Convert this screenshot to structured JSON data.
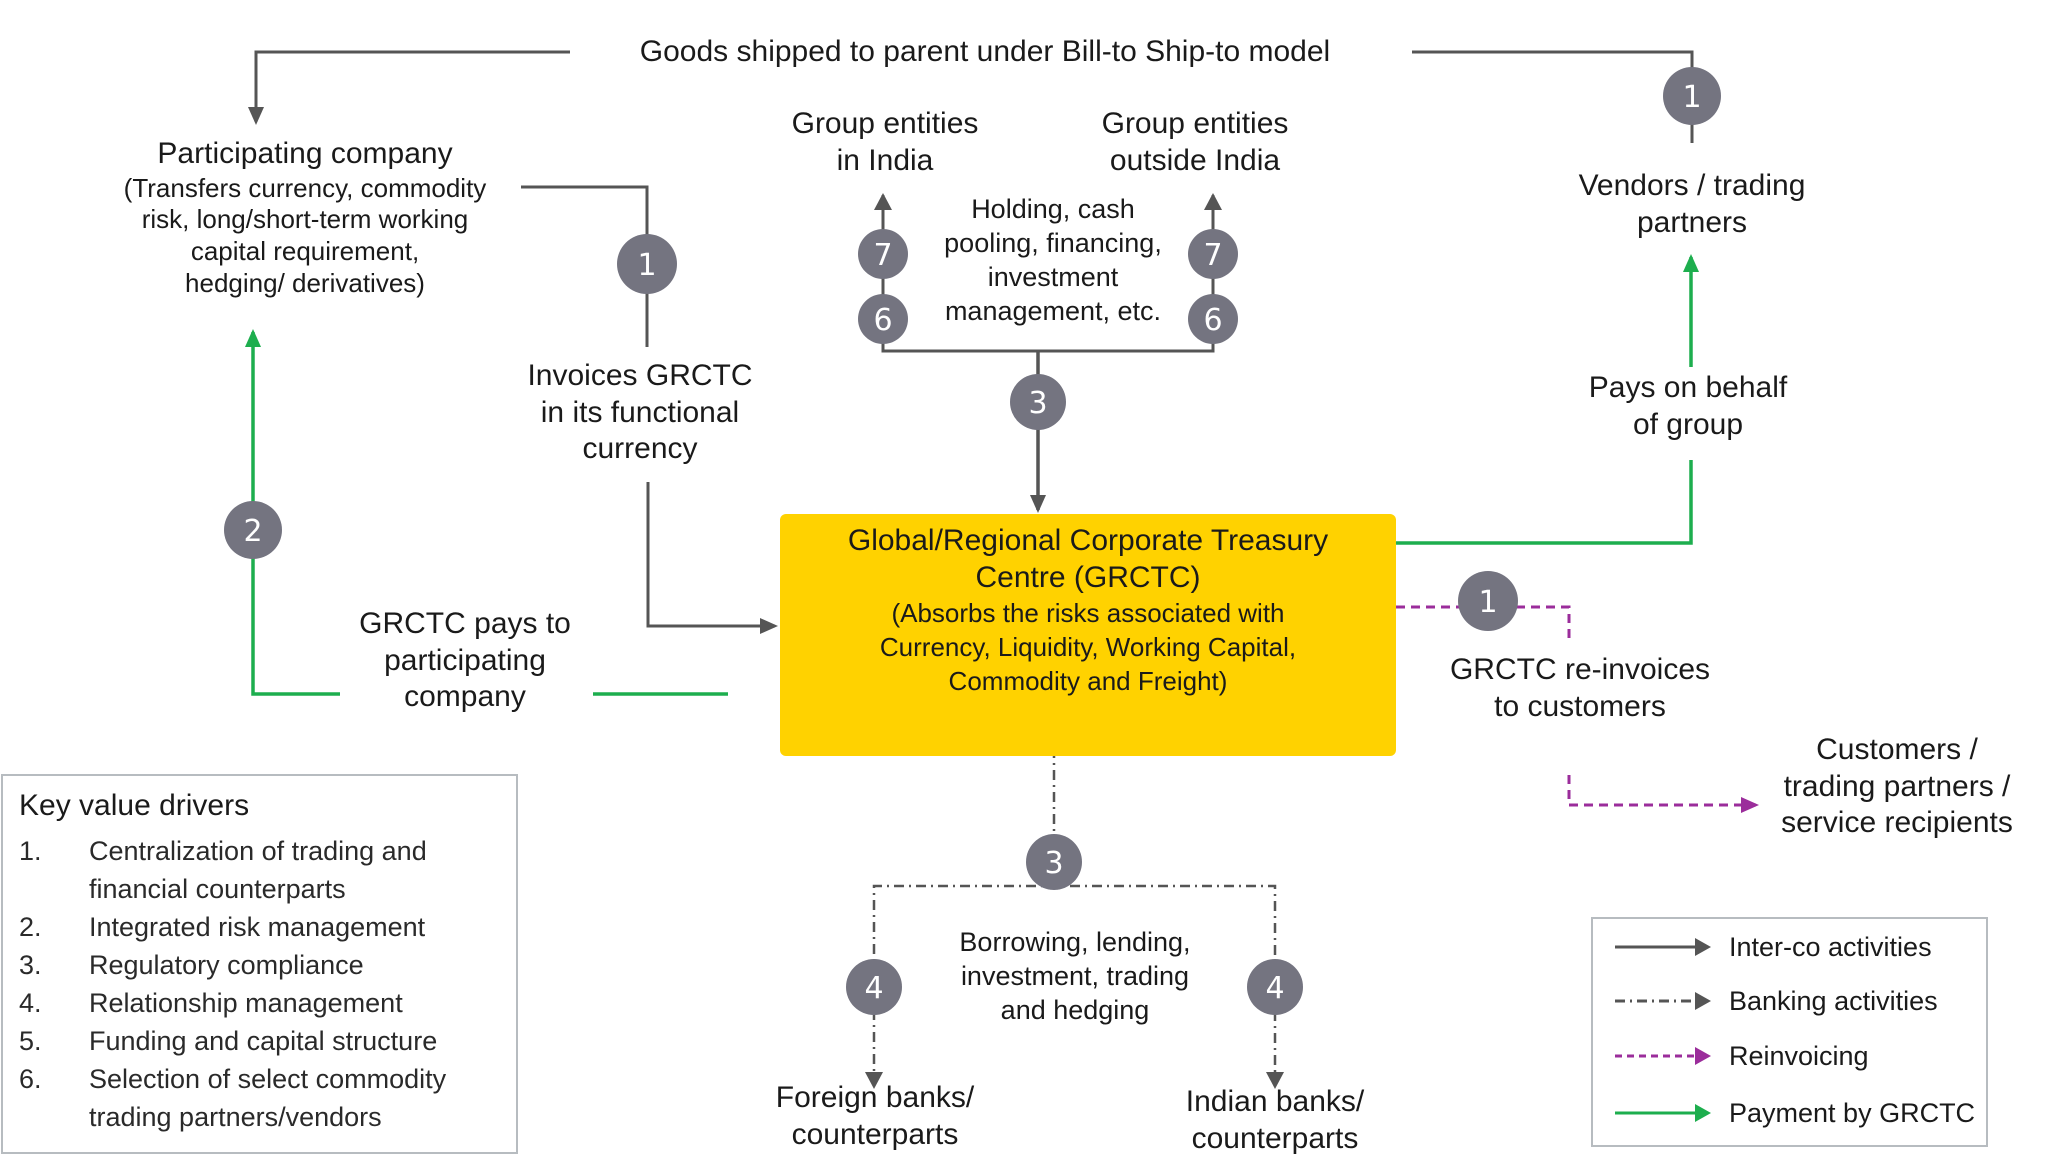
{
  "colors": {
    "intercompany": "#555555",
    "banking": "#555555",
    "reinvoicing": "#9B2D9B",
    "payment": "#1DAE4E",
    "badge": "#747480",
    "grctc_box": "#FFD200",
    "box_border": "#B7BCC0"
  },
  "top_flow_label": "Goods shipped to parent under Bill-to Ship-to model",
  "participating_company": {
    "title": "Participating company",
    "lines": [
      "(Transfers currency, commodity",
      "risk, long/short-term working",
      "capital requirement,",
      "hedging/ derivatives)"
    ]
  },
  "group_entities_india": [
    "Group entities",
    "in  India"
  ],
  "group_entities_outside": [
    "Group entities",
    "outside  India"
  ],
  "holding_label": [
    "Holding, cash",
    "pooling, financing,",
    "investment",
    "management, etc."
  ],
  "vendors": [
    "Vendors / trading",
    "partners"
  ],
  "pays_on_behalf": [
    "Pays on behalf",
    "of group"
  ],
  "invoices_label": [
    "Invoices GRCTC",
    "in its functional",
    "currency"
  ],
  "grctc_pays_label": [
    "GRCTC pays to",
    "participating",
    "company"
  ],
  "grctc": {
    "title_lines": [
      "Global/Regional Corporate Treasury",
      "Centre (GRCTC)"
    ],
    "sub_lines": [
      "(Absorbs the risks associated with",
      "Currency, Liquidity, Working Capital,",
      "Commodity and Freight)"
    ]
  },
  "reinvoices_label": [
    "GRCTC re-invoices",
    "to customers"
  ],
  "customers": [
    "Customers /",
    "trading partners /",
    "service recipients"
  ],
  "banking_label": [
    "Borrowing, lending,",
    "investment, trading",
    "and hedging"
  ],
  "foreign_banks": [
    "Foreign banks/",
    "counterparts"
  ],
  "indian_banks": [
    "Indian banks/",
    "counterparts"
  ],
  "badges": {
    "goods_vendor": "1",
    "participating_invoice": "1",
    "payment_participating": "2",
    "group_india_7": "7",
    "group_india_6": "6",
    "group_outside_7": "7",
    "group_outside_6": "6",
    "group_flow": "3",
    "reinvoicing": "1",
    "banking_flow": "3",
    "foreign_banks": "4",
    "indian_banks": "4"
  },
  "key_value_drivers": {
    "title": "Key value drivers",
    "items": [
      {
        "num": "1.",
        "text": "Centralization of trading and\nfinancial counterparts"
      },
      {
        "num": "2.",
        "text": "Integrated risk management"
      },
      {
        "num": "3.",
        "text": "Regulatory compliance"
      },
      {
        "num": "4.",
        "text": "Relationship management"
      },
      {
        "num": "5.",
        "text": "Funding and capital structure"
      },
      {
        "num": "6.",
        "text": "Selection of select commodity\n trading partners/vendors"
      }
    ]
  },
  "legend": [
    {
      "label": "Inter-co activities",
      "style": "solid",
      "color": "#555555"
    },
    {
      "label": "Banking activities",
      "style": "dashdot",
      "color": "#555555"
    },
    {
      "label": "Reinvoicing",
      "style": "dashed",
      "color": "#9B2D9B"
    },
    {
      "label": "Payment by GRCTC",
      "style": "solid",
      "color": "#1DAE4E"
    }
  ]
}
